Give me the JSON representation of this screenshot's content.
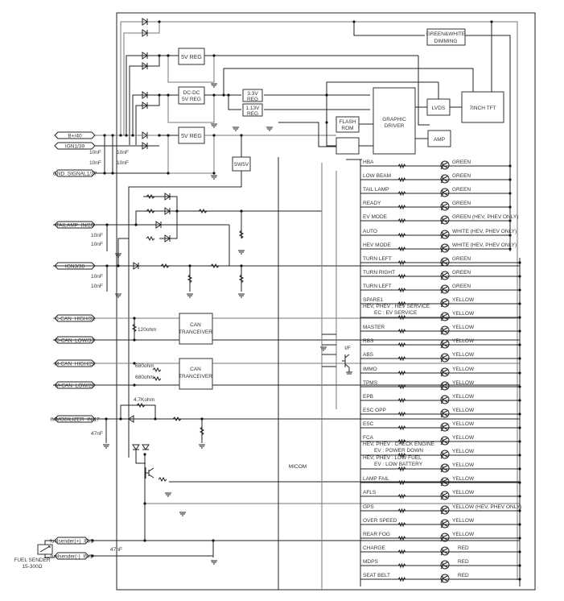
{
  "diagram": {
    "blocks": {
      "green_white_dimming": [
        "GREEN&WHITE",
        "DIMMING"
      ],
      "reg5v_top": "5V REG",
      "dcdc": [
        "DC-DC",
        "5V REG"
      ],
      "reg5v_bottom": "5V REG",
      "reg33": [
        "3.3V",
        "REG"
      ],
      "reg113": [
        "1.13V",
        "REG"
      ],
      "sw5v": "SW5V",
      "flash_rom": [
        "FLASH",
        "ROM"
      ],
      "graphic_driver": [
        "GRAPHIC",
        "DRIVER"
      ],
      "lvds": "LVDS",
      "amp": "AMP",
      "tft": "7INCH TFT",
      "can1": [
        "CAN",
        "TRANCEIVER"
      ],
      "can2": [
        "CAN",
        "TRANCEIVER"
      ],
      "micom": "MICOM",
      "if_label": "I/F"
    },
    "connectors": [
      {
        "label": "B+/40"
      },
      {
        "label": "IGN1/39"
      },
      {
        "label": "GND_SIGNAL1/37"
      },
      {
        "label": "TAILAMP_IN/20"
      },
      {
        "label": "IGN3/38"
      },
      {
        "label": "C-CAN_HIGH/32"
      },
      {
        "label": "C-CAN_LOW/33"
      },
      {
        "label": "M-CAN_HIGH/29"
      },
      {
        "label": "M-CAN_LOW/28"
      },
      {
        "label": "IMMOBILIZER_IN/17"
      },
      {
        "label": "fuelsender(+)_IN/1"
      },
      {
        "label": "fuelsender(-)_IN/1"
      }
    ],
    "component_labels": {
      "cap_10nF": "10nF",
      "cap_47nF": "47nF",
      "r_120": "120ohm",
      "r_680a": "680ohm",
      "r_680b": "680ohm",
      "r_4k7": "4.7Kohm",
      "fuel_sender": [
        "FUEL SENDER",
        "15-300Ω"
      ]
    },
    "indicators": [
      {
        "name": [
          "HBA"
        ],
        "color": "GREEN"
      },
      {
        "name": [
          "LOW BEAM"
        ],
        "color": "GREEN"
      },
      {
        "name": [
          "TAIL LAMP"
        ],
        "color": "GREEN"
      },
      {
        "name": [
          "READY"
        ],
        "color": "GREEN"
      },
      {
        "name": [
          "EV MODE"
        ],
        "color": "GREEN (HEV, PHEV ONLY)"
      },
      {
        "name": [
          "AUTO"
        ],
        "color": "WHITE (HEV, PHEV ONLY)"
      },
      {
        "name": [
          "HEV MODE"
        ],
        "color": "WHITE (HEV, PHEV ONLY)"
      },
      {
        "name": [
          "TURN LEFT"
        ],
        "color": "GREEN"
      },
      {
        "name": [
          "TURN RIGHT"
        ],
        "color": "GREEN"
      },
      {
        "name": [
          "TURN LEFT"
        ],
        "color": "GREEN"
      },
      {
        "name": [
          "SPARE1"
        ],
        "color": "YELLOW"
      },
      {
        "name": [
          "HEV, PHEV : HEV SERVICE",
          "EC : EV SERVICE"
        ],
        "color": "YELLOW"
      },
      {
        "name": [
          "MASTER"
        ],
        "color": "YELLOW"
      },
      {
        "name": [
          "RBS"
        ],
        "color": "YELLOW"
      },
      {
        "name": [
          "ABS"
        ],
        "color": "YELLOW"
      },
      {
        "name": [
          "IMMO"
        ],
        "color": "YELLOW"
      },
      {
        "name": [
          "TPMS"
        ],
        "color": "YELLOW"
      },
      {
        "name": [
          "EPB"
        ],
        "color": "YELLOW"
      },
      {
        "name": [
          "ESC OPP"
        ],
        "color": "YELLOW"
      },
      {
        "name": [
          "ESC"
        ],
        "color": "YELLOW"
      },
      {
        "name": [
          "FCA"
        ],
        "color": "YELLOW"
      },
      {
        "name": [
          "HEV, PHEV : CHECK ENGINE",
          "EV : POWER DOWN"
        ],
        "color": "YELLOW"
      },
      {
        "name": [
          "HEV, PHEV : LOW FUEL",
          "EV : LOW BATTERY"
        ],
        "color": "YELLOW"
      },
      {
        "name": [
          "LAMP FAIL"
        ],
        "color": "YELLOW"
      },
      {
        "name": [
          "AFLS"
        ],
        "color": "YELLOW"
      },
      {
        "name": [
          "GPS"
        ],
        "color": "YELLOW (HEV, PHEV ONLY)"
      },
      {
        "name": [
          "OVER SPEED"
        ],
        "color": "YELLOW"
      },
      {
        "name": [
          "REAR FOG"
        ],
        "color": "YELLOW"
      },
      {
        "name": [
          "CHARGE"
        ],
        "color": "RED"
      },
      {
        "name": [
          "MDPS"
        ],
        "color": "RED"
      },
      {
        "name": [
          "SEAT BELT"
        ],
        "color": "RED"
      }
    ]
  }
}
